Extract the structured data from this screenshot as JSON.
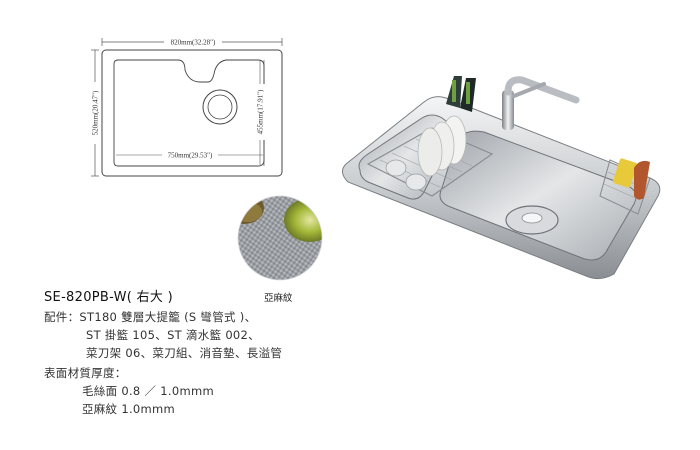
{
  "diagram": {
    "width_label": "820mm(32.28\")",
    "height_label": "520mm(20.47\")",
    "inner_height_label": "455mm(17.91\")",
    "inner_width_label": "750mm(29.53\")"
  },
  "texture": {
    "label": "亞麻紋"
  },
  "product": {
    "model": "SE-820PB-W( 右大 )",
    "accessories_line1": "配件：ST180 雙層大提籠 (S 彎管式 )、",
    "accessories_line2": "ST 掛籃 105、ST 滴水籃 002、",
    "accessories_line3": "菜刀架 06、菜刀組、消音墊、長溢管",
    "thickness_heading": "表面材質厚度：",
    "thickness_line1": "毛絲面 0.8 ／ 1.0mmm",
    "thickness_line2": "亞麻紋 1.0mmm"
  },
  "colors": {
    "steel_light": "#e4e6e8",
    "steel_dark": "#8a8e93",
    "accent_yellow": "#e8c93a",
    "kiwi_green": "#8fa62e"
  }
}
